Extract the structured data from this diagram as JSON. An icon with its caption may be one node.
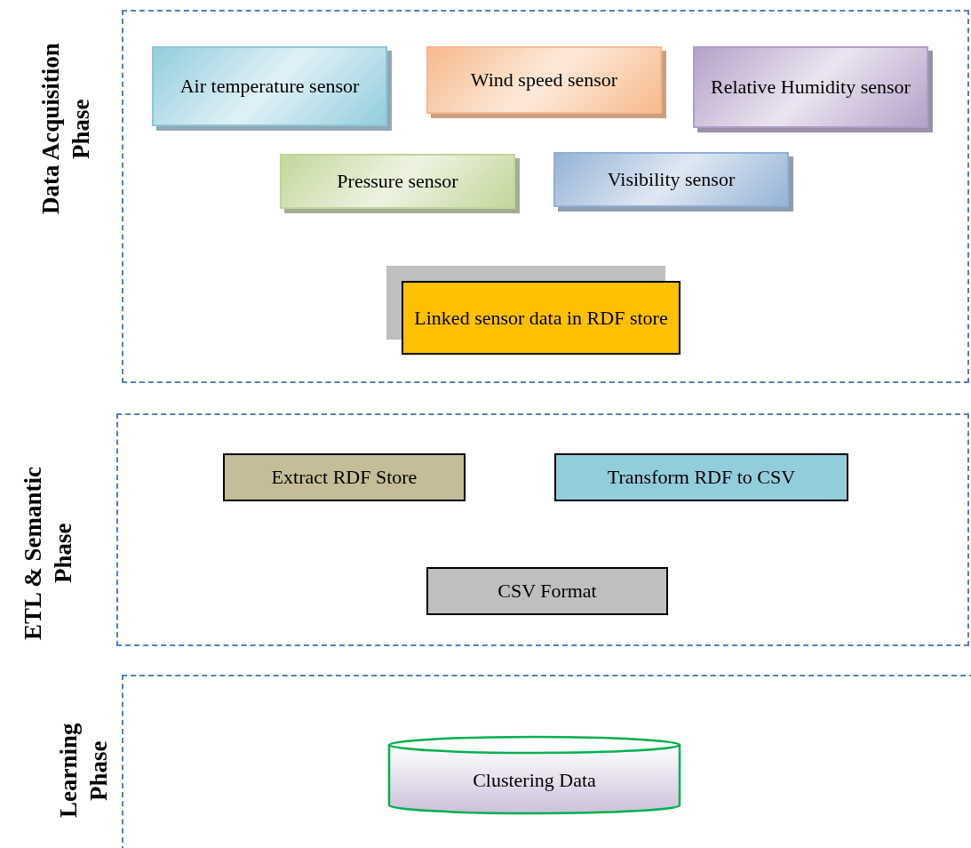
{
  "diagram": {
    "nodes": [
      {
        "text": [
          "Data Acquisition Phase"
        ]
      },
      {
        "text": [
          "Air temperature sensor"
        ],
        "in": 0
      },
      {
        "text": [
          "Wind speed sensor"
        ],
        "in": 0
      },
      {
        "text": [
          "Relative Humidity sensor"
        ],
        "in": 0
      },
      {
        "text": [
          "Pressure sensor"
        ],
        "in": 0
      },
      {
        "text": [
          "Visibility sensor"
        ],
        "in": 0
      },
      {
        "text": [
          "Linked sensor data in RDF store"
        ],
        "in": 0
      },
      {
        "text": [
          "ETL & Semantic Phase"
        ]
      },
      {
        "text": [
          "Extract RDF Store"
        ],
        "in": 7
      },
      {
        "text": [
          "Transform RDF to CSV"
        ],
        "in": 7
      },
      {
        "text": [
          "CSV Format"
        ],
        "in": 7
      },
      {
        "text": [
          "Learning Phase"
        ]
      },
      {
        "text": [
          "Clustering Data"
        ],
        "in": 11
      }
    ]
  }
}
